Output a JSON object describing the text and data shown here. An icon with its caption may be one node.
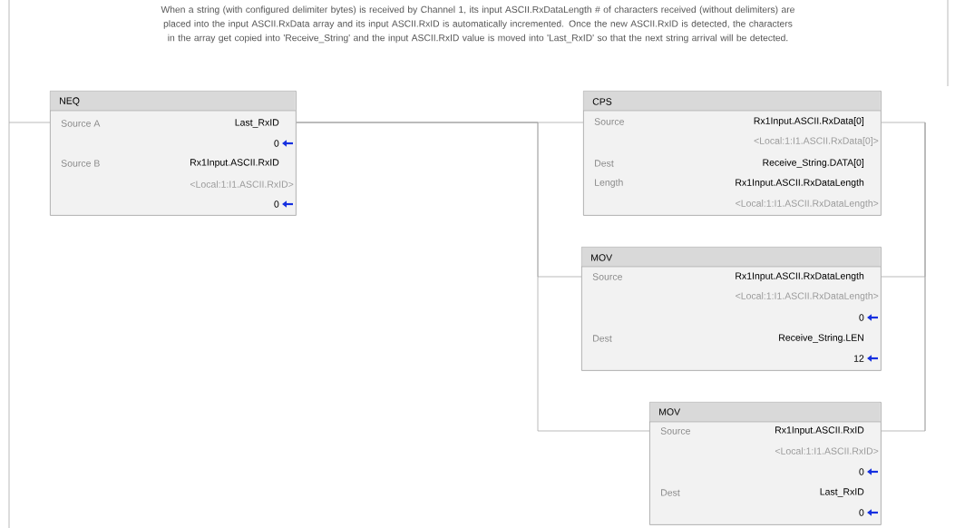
{
  "diagram": {
    "nodes": [
      {
        "text": [
          "NEQ",
          "Source A",
          "Last_RxID",
          "0",
          "Source B",
          "Rx1Input.ASCII.RxID",
          "<Local:1:I1.ASCII.RxID>",
          "0"
        ]
      },
      {
        "text": [
          "CPS",
          "Source",
          "Rx1Input.ASCII.RxData[0]",
          "<Local:1:I1.ASCII.RxData[0]>",
          "Dest",
          "Receive_String.DATA[0]",
          "Length",
          "Rx1Input.ASCII.RxDataLength",
          "<Local:1:I1.ASCII.RxDataLength>"
        ]
      },
      {
        "text": [
          "MOV",
          "Source",
          "Rx1Input.ASCII.RxDataLength",
          "<Local:1:I1.ASCII.RxDataLength>",
          "0",
          "Dest",
          "Receive_String.LEN",
          "12"
        ]
      },
      {
        "text": [
          "MOV",
          "Source",
          "Rx1Input.ASCII.RxID",
          "<Local:1:I1.ASCII.RxID>",
          "0",
          "Dest",
          "Last_RxID",
          "0"
        ]
      }
    ],
    "edges": [
      {
        "from": null,
        "to": 0,
        "arrow": "none"
      },
      {
        "from": 0,
        "to": 1,
        "arrow": "none"
      },
      {
        "from": 0,
        "to": 2,
        "arrow": "none"
      },
      {
        "from": 0,
        "to": 3,
        "arrow": "none"
      },
      {
        "from": 1,
        "to": null,
        "arrow": "none"
      },
      {
        "from": 2,
        "to": null,
        "arrow": "none"
      },
      {
        "from": 3,
        "to": null,
        "arrow": "none"
      }
    ],
    "labels": [
      "When a string (with configured delimiter bytes) is received by Channel 1, its input ASCII.RxDataLength # of characters received (without delimiters) are placed into the input ASCII.RxData array and its input ASCII.RxID is automatically incremented. Once the new ASCII.RxID is detected, the characters in the array get copied into 'Receive_String' and the input ASCII.RxID value is moved into 'Last_RxID' so that the next string arrival will be detected."
    ]
  }
}
